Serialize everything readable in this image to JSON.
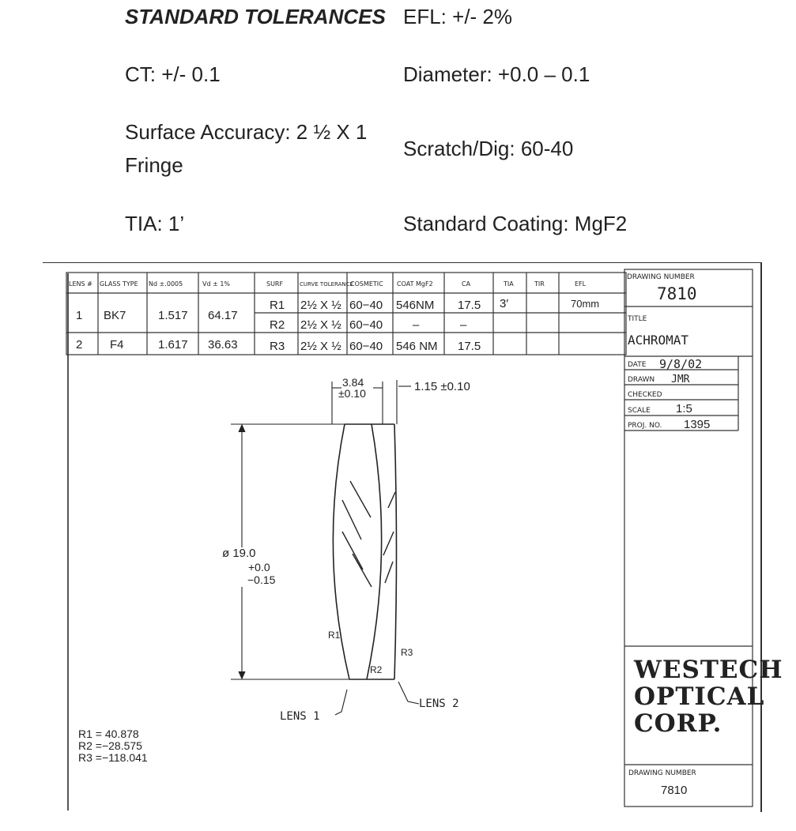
{
  "tolerances": {
    "heading": "STANDARD TOLERANCES",
    "efl": "EFL: +/- 2%",
    "ct": "CT: +/- 0.1",
    "diameter": "Diameter: +0.0 – 0.1",
    "surface_accuracy_line1": "Surface Accuracy: 2 ½ X 1",
    "surface_accuracy_line2": "Fringe",
    "scratch_dig": "Scratch/Dig: 60-40",
    "tia": "TIA: 1’",
    "coating": "Standard Coating: MgF2"
  },
  "drawing": {
    "table": {
      "headers": [
        "LENS #",
        "GLASS TYPE",
        "Nd ±.0005",
        "Vd ± 1%",
        "SURF",
        "CURVE TOLERANCE",
        "COSMETIC",
        "COAT MgF2",
        "CA",
        "TIA",
        "TIR",
        "EFL"
      ],
      "lens_rows": [
        {
          "lens": "1",
          "glass": "BK7",
          "nd": "1.517",
          "vd": "64.17"
        },
        {
          "lens": "2",
          "glass": "F4",
          "nd": "1.617",
          "vd": "36.63"
        }
      ],
      "surface_rows": [
        {
          "surf": "R1",
          "curve": "2½ X ½",
          "cosmetic": "60−40",
          "coat": "546NM",
          "ca": "17.5",
          "tia": "3′",
          "tir": "",
          "efl": "70mm"
        },
        {
          "surf": "R2",
          "curve": "2½ X ½",
          "cosmetic": "60−40",
          "coat": "–",
          "ca": "–",
          "tia": "",
          "tir": "",
          "efl": ""
        },
        {
          "surf": "R3",
          "curve": "2½ X ½",
          "cosmetic": "60−40",
          "coat": "546 NM",
          "ca": "17.5",
          "tia": "",
          "tir": "",
          "efl": ""
        }
      ]
    },
    "title_block": {
      "drawing_number_label": "DRAWING NUMBER",
      "drawing_number": "7810",
      "title_label": "TITLE",
      "title": "ACHROMAT",
      "date_label": "DATE",
      "date": "9/8/02",
      "drawn_label": "DRAWN",
      "drawn": "JMR",
      "checked_label": "CHECKED",
      "scale_label": "SCALE",
      "scale": "1:5",
      "proj_label": "PROJ. NO.",
      "proj": "1395",
      "company_line1": "WESTECH",
      "company_line2": "OPTICAL",
      "company_line3": "CORP.",
      "bottom_number_label": "DRAWING NUMBER",
      "bottom_number": "7810"
    },
    "dimensions": {
      "ct1": "3.84",
      "ct1_tol": "±0.10",
      "ct2": "1.15  ±0.10",
      "diameter": "ø 19.0",
      "diameter_tol_plus": "+0.0",
      "diameter_tol_minus": "−0.15",
      "r1_label": "R1",
      "r2_label": "R2",
      "r3_label": "R3",
      "lens1_label": "LENS 1",
      "lens2_label": "LENS 2"
    },
    "radii": [
      "R1  =  40.878",
      "R2  =−28.575",
      "R3  =−118.041"
    ]
  }
}
